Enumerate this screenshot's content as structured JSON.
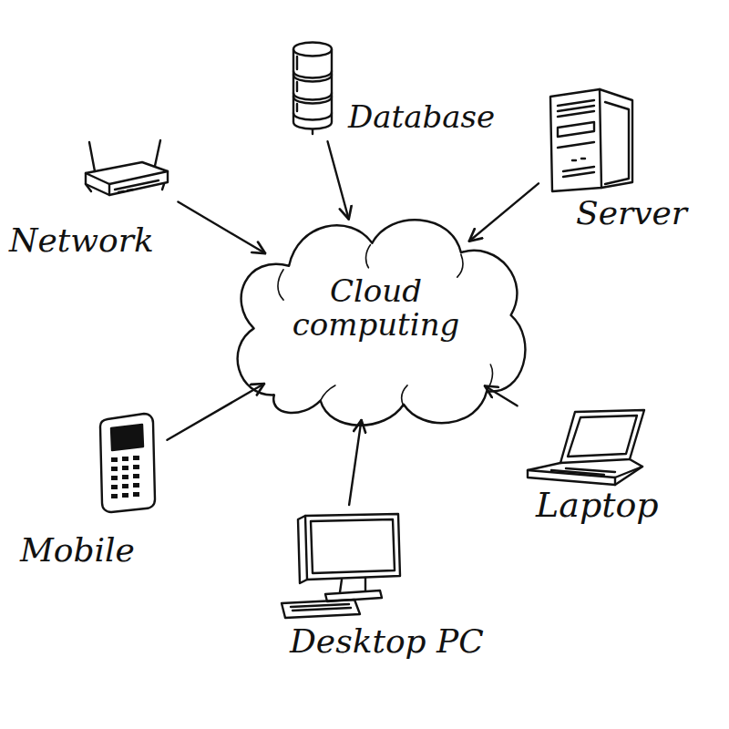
{
  "diagram": {
    "nodes": [
      {
        "text": [
          "Database"
        ]
      },
      {
        "text": [
          "Network"
        ]
      },
      {
        "text": [
          "Server"
        ]
      },
      {
        "text": [
          "Cloud computing"
        ]
      },
      {
        "text": [
          "Mobile"
        ]
      },
      {
        "text": [
          "Laptop"
        ]
      },
      {
        "text": [
          "Desktop PC"
        ]
      }
    ],
    "edges": [
      {
        "from": 0,
        "to": 3,
        "arrow": "to"
      },
      {
        "from": 1,
        "to": 3,
        "arrow": "to"
      },
      {
        "from": 2,
        "to": 3,
        "arrow": "to"
      },
      {
        "from": 4,
        "to": 3,
        "arrow": "to"
      },
      {
        "from": 5,
        "to": 3,
        "arrow": "to"
      },
      {
        "from": 6,
        "to": 3,
        "arrow": "to"
      }
    ]
  }
}
